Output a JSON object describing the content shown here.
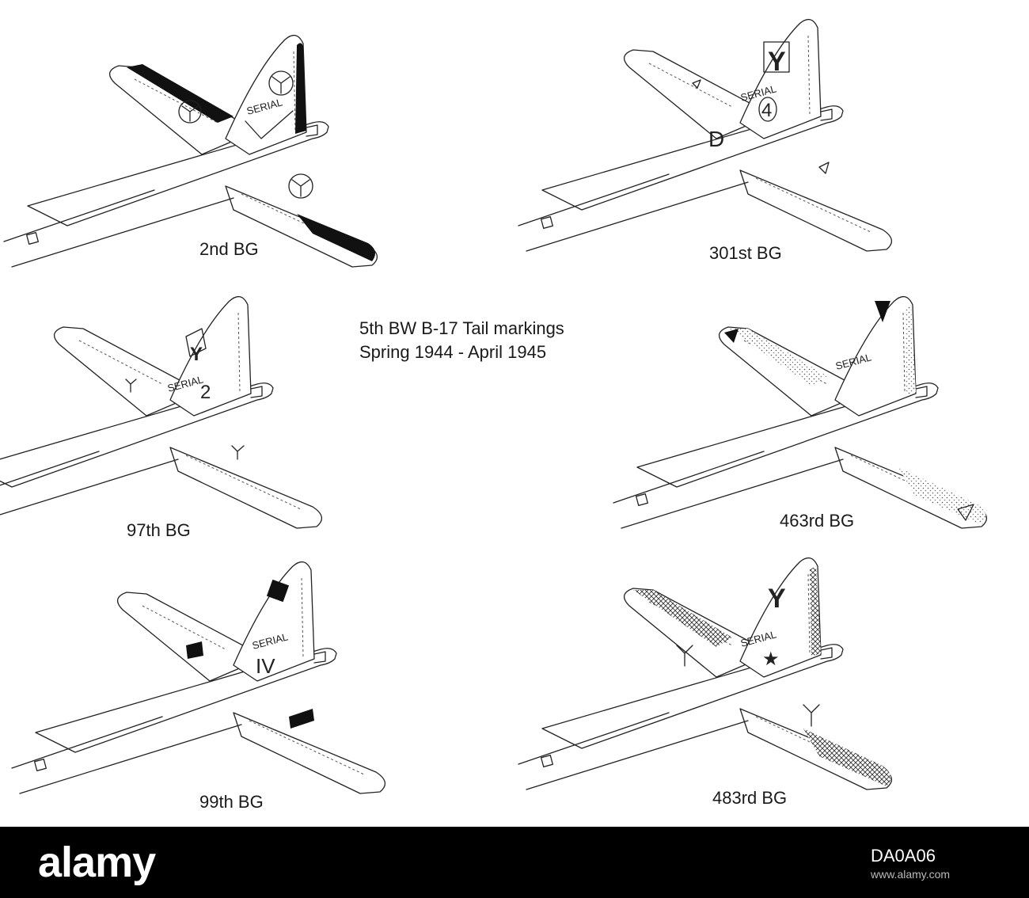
{
  "title": {
    "line1": "5th BW B-17 Tail markings",
    "line2": "Spring 1944 - April 1945"
  },
  "groups": [
    {
      "label": "2nd BG",
      "tail_text": "SERIAL",
      "tail_symbol": "",
      "tail_code": "",
      "fin_fill": "black"
    },
    {
      "label": "301st BG",
      "tail_text": "SERIAL",
      "tail_symbol": "Y",
      "tail_code": "4",
      "extra_code": "D",
      "fin_fill": "none"
    },
    {
      "label": "97th BG",
      "tail_text": "SERIAL",
      "tail_symbol": "Y",
      "tail_code": "2",
      "fin_fill": "none"
    },
    {
      "label": "463rd BG",
      "tail_text": "SERIAL",
      "tail_symbol": "",
      "tail_code": "",
      "fin_fill": "stipple"
    },
    {
      "label": "99th BG",
      "tail_text": "SERIAL",
      "tail_symbol": "",
      "tail_code": "IV",
      "fin_fill": "none"
    },
    {
      "label": "483rd BG",
      "tail_text": "SERIAL",
      "tail_symbol": "Y",
      "tail_code": "★",
      "fin_fill": "crosshatch"
    }
  ],
  "footer": {
    "logo": "alamy",
    "image_id": "DA0A06",
    "url": "www.alamy.com"
  },
  "colors": {
    "ink": "#222222",
    "footer_bg": "#000000",
    "footer_text": "#ffffff"
  }
}
